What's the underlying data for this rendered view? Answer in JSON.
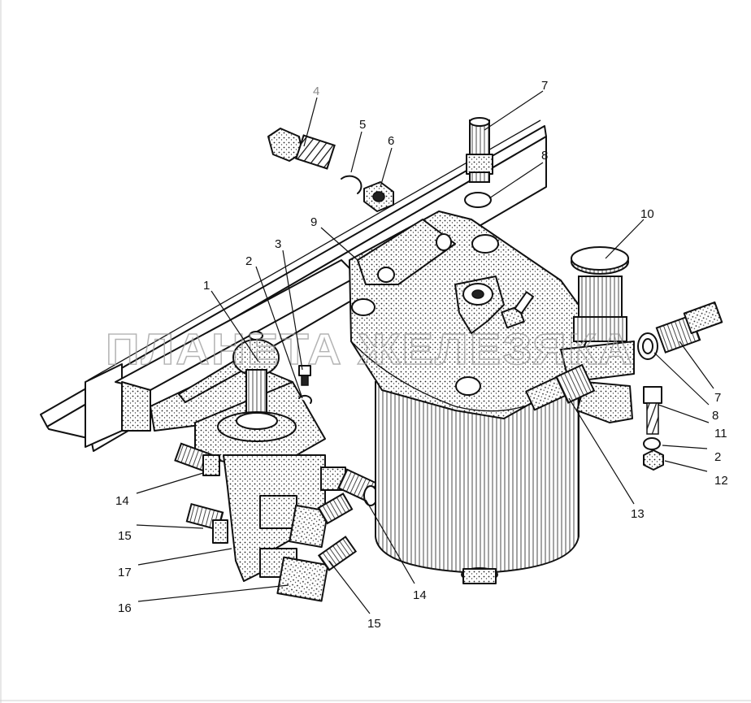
{
  "watermark": "ПЛАНЕТА ЖЕЛЕЗЯКА",
  "callouts": {
    "c1": "1",
    "c2a": "2",
    "c2b": "2",
    "c3": "3",
    "c4": "4",
    "c5": "5",
    "c6": "6",
    "c7a": "7",
    "c7b": "7",
    "c8a": "8",
    "c8b": "8",
    "c9": "9",
    "c10": "10",
    "c11": "11",
    "c12": "12",
    "c13": "13",
    "c14a": "14",
    "c14b": "14",
    "c15a": "15",
    "c15b": "15",
    "c16": "16",
    "c17": "17"
  },
  "colors": {
    "ink": "#111111",
    "watermark": "#9a9a9a",
    "grey_label": "#8a8a8a",
    "background": "#ffffff"
  }
}
